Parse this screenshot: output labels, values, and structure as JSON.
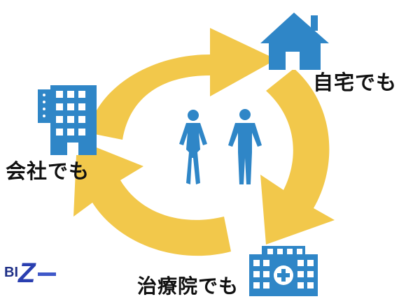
{
  "labels": {
    "home": "自宅でも",
    "office": "会社でも",
    "clinic": "治療院でも"
  },
  "logo": {
    "text_left": "BI",
    "text_big": "Z"
  },
  "icons": {
    "cycle": "circular-arrows-icon",
    "home": "house-icon",
    "office": "office-building-icon",
    "clinic": "hospital-icon",
    "people": "person-silhouette-icon"
  },
  "colors": {
    "arrow": "#f2c84b",
    "icon_blue": "#2f86c7",
    "text": "#111111"
  }
}
